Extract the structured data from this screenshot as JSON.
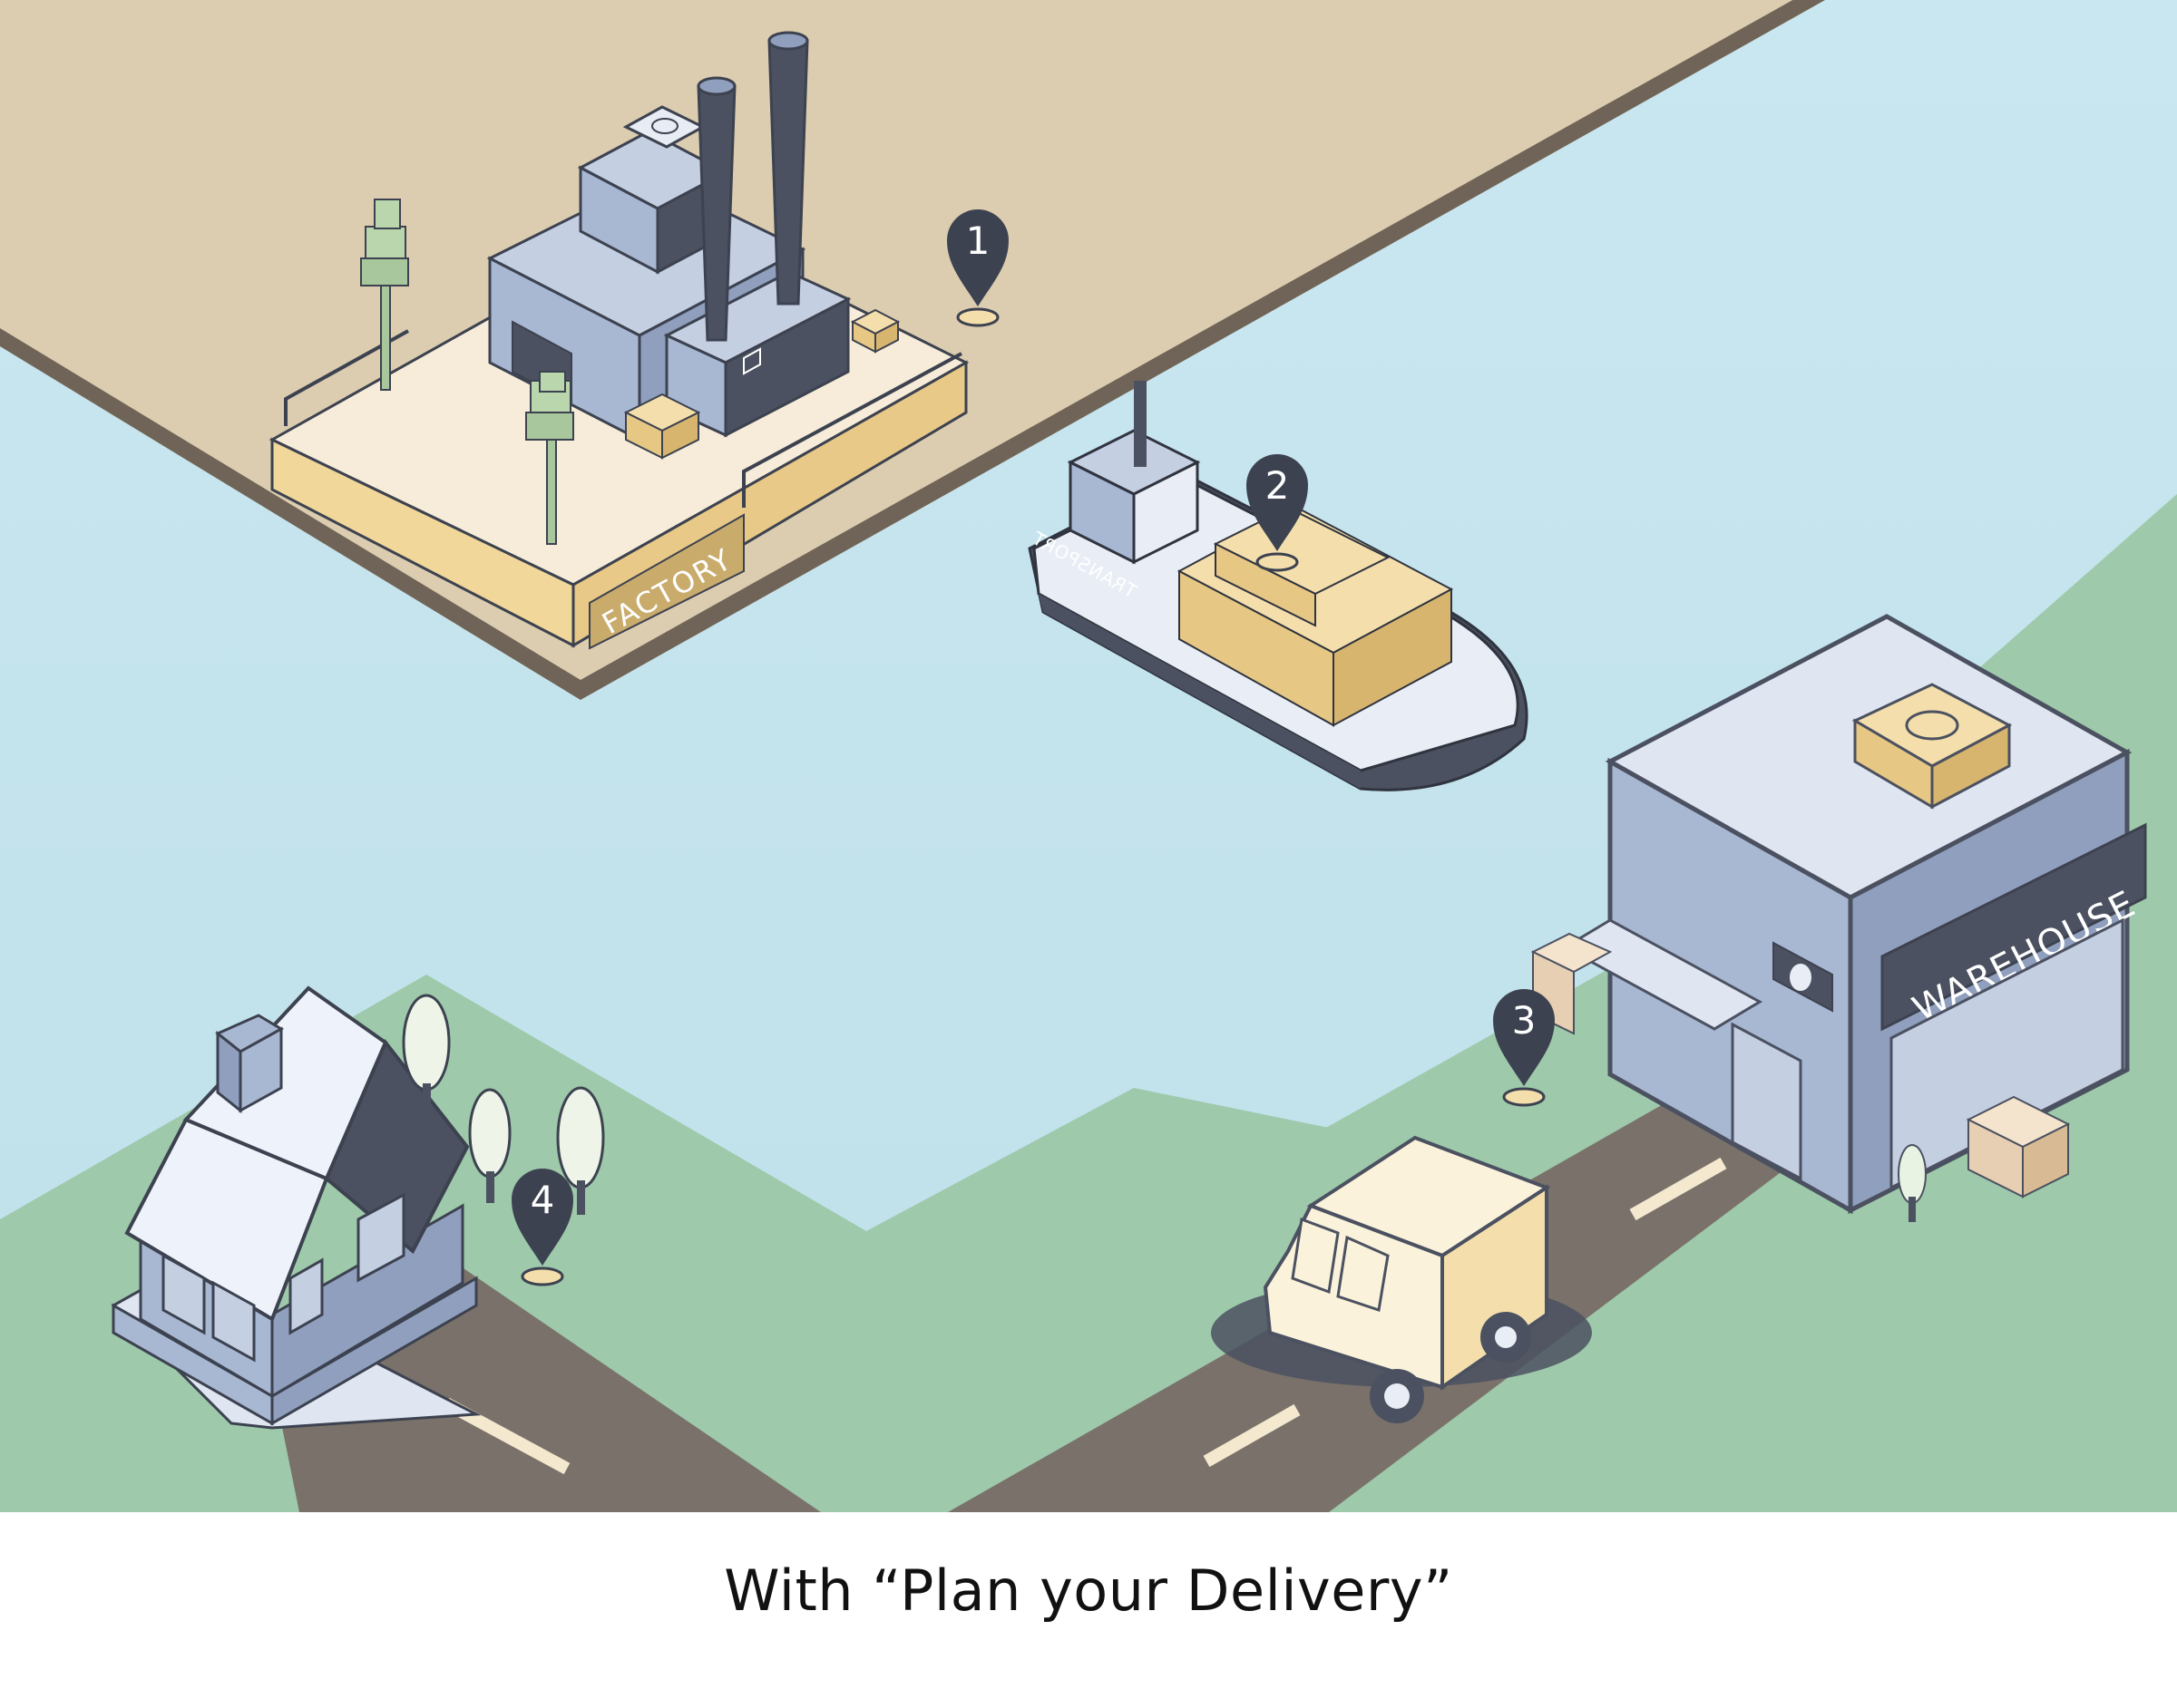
{
  "caption": "With “Plan your Delivery”",
  "labels": {
    "factory": "FACTORY",
    "ship": "TRANSPORT",
    "warehouse": "WAREHOUSE"
  },
  "markers": [
    "1",
    "2",
    "3",
    "4"
  ],
  "colors": {
    "land_tan": "#dccdb0",
    "water": "#c6e5ee",
    "grass": "#9ec9ab",
    "road": "#7a716b",
    "building_blue": "#a8b7d2",
    "dark": "#4b5160",
    "cream": "#f4dfac"
  }
}
